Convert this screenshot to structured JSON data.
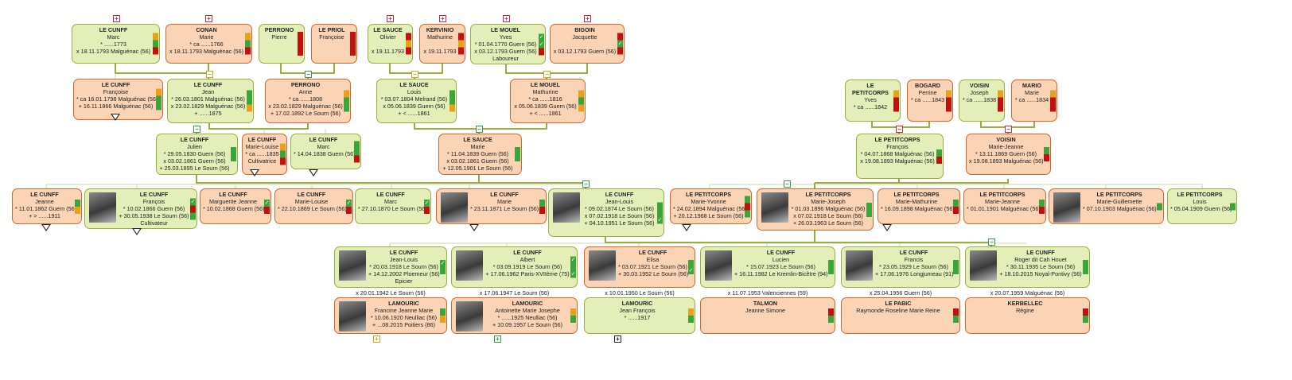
{
  "colors": {
    "male": "#e3eeb8",
    "female": "#fbd4b6",
    "ok": "#3aa53a",
    "warn": "#e8a21a",
    "missing": "#c01010"
  },
  "people": [
    {
      "id": "p1",
      "sex": "m",
      "surname": "LE CUNFF",
      "given": "Marc",
      "lines": [
        "* ......1773",
        "x 18.11.1793 Malguénac (56)"
      ],
      "bars": [
        "o",
        "g",
        "r"
      ]
    },
    {
      "id": "p2",
      "sex": "f",
      "surname": "CONAN",
      "given": "Marie",
      "lines": [
        "* ca ......1766",
        "x 18.11.1793 Malguénac (56)"
      ],
      "bars": [
        "o",
        "g",
        "r"
      ]
    },
    {
      "id": "p3",
      "sex": "m",
      "surname": "PERRONO",
      "given": "Pierre",
      "lines": [],
      "bars": [
        "R"
      ]
    },
    {
      "id": "p4",
      "sex": "f",
      "surname": "LE PRIOL",
      "given": "Françoise",
      "lines": [],
      "bars": [
        "R"
      ]
    },
    {
      "id": "p5",
      "sex": "m",
      "surname": "LE SAUCE",
      "given": "Olivier",
      "lines": [
        "",
        "x 19.11.1793"
      ],
      "bars": [
        "r",
        "o",
        "r"
      ]
    },
    {
      "id": "p6",
      "sex": "f",
      "surname": "KERVINIO",
      "given": "Mathurine",
      "lines": [
        "",
        "x 19.11.1793"
      ],
      "bars": [
        "r",
        "o",
        "r"
      ]
    },
    {
      "id": "p7",
      "sex": "m",
      "surname": "LE MOUEL",
      "given": "Yves",
      "lines": [
        "* 01.04.1770 Guern (56)",
        "x 03.12.1793 Guern (56)"
      ],
      "occupation": "Laboureur",
      "bars": [
        "c",
        "c",
        "r"
      ]
    },
    {
      "id": "p8",
      "sex": "f",
      "surname": "BIGOIN",
      "given": "Jacquette",
      "lines": [
        "",
        "x 03.12.1793 Guern (56)"
      ],
      "bars": [
        "r",
        "c",
        "r"
      ]
    },
    {
      "id": "p9",
      "sex": "f",
      "surname": "LE CUNFF",
      "given": "Françoise",
      "lines": [
        "* ca 16.01.1798 Malguénac (56)",
        "+ 16.11.1866 Malguénac (56)"
      ],
      "bars": [
        "o",
        "g",
        "g"
      ]
    },
    {
      "id": "p10",
      "sex": "m",
      "surname": "LE CUNFF",
      "given": "Jean",
      "lines": [
        "* 26.03.1801 Malguénac (56)",
        "x 23.02.1829 Malguénac (56)",
        "+ ......1875"
      ],
      "bars": [
        "g",
        "g",
        "o"
      ]
    },
    {
      "id": "p11",
      "sex": "f",
      "surname": "PERRONO",
      "given": "Anne",
      "lines": [
        "* ca ......1808",
        "x 23.02.1829 Malguénac (56)",
        "+ 17.02.1892 Le Sourn (56)"
      ],
      "bars": [
        "o",
        "g",
        "g"
      ]
    },
    {
      "id": "p12",
      "sex": "m",
      "surname": "LE SAUCE",
      "given": "Louis",
      "lines": [
        "* 03.07.1804 Melrand (56)",
        "x 05.06.1839 Guern (56)",
        "+ < ......1861"
      ],
      "bars": [
        "g",
        "g",
        "o"
      ]
    },
    {
      "id": "p13",
      "sex": "f",
      "surname": "LE MOUEL",
      "given": "Mathurine",
      "lines": [
        "* ca ......1816",
        "x 05.06.1839 Guern (56)",
        "+ < ......1861"
      ],
      "bars": [
        "o",
        "g",
        "o"
      ]
    },
    {
      "id": "p14",
      "sex": "m",
      "surname": "LE PETITCORPS",
      "given": "Yves",
      "lines": [
        "* ca ......1842"
      ],
      "bars": [
        "o",
        "r",
        "r"
      ]
    },
    {
      "id": "p15",
      "sex": "f",
      "surname": "BOGARD",
      "given": "Perrine",
      "lines": [
        "* ca ......1843"
      ],
      "bars": [
        "o",
        "r",
        "r"
      ]
    },
    {
      "id": "p16",
      "sex": "m",
      "surname": "VOISIN",
      "given": "Joseph",
      "lines": [
        "* ca ......1838"
      ],
      "bars": [
        "o",
        "r",
        "r"
      ]
    },
    {
      "id": "p17",
      "sex": "f",
      "surname": "MARIO",
      "given": "Marie",
      "lines": [
        "* ca ......1834"
      ],
      "bars": [
        "o",
        "r",
        "r"
      ]
    },
    {
      "id": "p18",
      "sex": "m",
      "surname": "LE CUNFF",
      "given": "Julien",
      "lines": [
        "* 29.05.1830 Guern (56)",
        "x 03.02.1861 Guern (56)",
        "+ 25.03.1895 Le Sourn (56)"
      ],
      "bars": [
        "g",
        "g"
      ]
    },
    {
      "id": "p19",
      "sex": "f",
      "surname": "LE CUNFF",
      "given": "Marie-Louise",
      "lines": [
        "* ca ......1835"
      ],
      "occupation": "Cultivatrice",
      "bars": [
        "o",
        "g",
        "r"
      ]
    },
    {
      "id": "p20",
      "sex": "m",
      "surname": "LE CUNFF",
      "given": "Marc",
      "lines": [
        "* 14.04.1838 Guern (56)"
      ],
      "bars": [
        "g",
        "g",
        "r"
      ]
    },
    {
      "id": "p21",
      "sex": "f",
      "surname": "LE SAUCE",
      "given": "Marie",
      "lines": [
        "* 11.04.1839 Guern (56)",
        "x 03.02.1861 Guern (56)",
        "+ 12.05.1901 Le Sourn (56)"
      ],
      "bars": [
        "g",
        "g"
      ]
    },
    {
      "id": "p22",
      "sex": "m",
      "surname": "LE PETITCORPS",
      "given": "François",
      "lines": [
        "* 04.07.1868 Malguénac (56)",
        "x 19.08.1893 Malguénac (56)"
      ],
      "bars": [
        "g",
        "r"
      ]
    },
    {
      "id": "p23",
      "sex": "f",
      "surname": "VOISIN",
      "given": "Marie-Jeanne",
      "lines": [
        "* 13.11.1869 Guern (56)",
        "x 19.08.1893 Malguénac (56)"
      ],
      "bars": [
        "g",
        "r"
      ]
    },
    {
      "id": "p24",
      "sex": "f",
      "surname": "LE CUNFF",
      "given": "Jeanne",
      "lines": [
        "* 11.01.1862 Guern (56)",
        "+ > ......1911"
      ],
      "bars": [
        "g",
        "o"
      ]
    },
    {
      "id": "p25",
      "sex": "m",
      "surname": "LE CUNFF",
      "given": "François",
      "photo": true,
      "lines": [
        "* 10.02.1866 Guern (56)",
        "+ 30.05.1938 Le Sourn (56)"
      ],
      "occupation": "Cultivateur",
      "bars": [
        "c",
        "r",
        "g"
      ]
    },
    {
      "id": "p26",
      "sex": "f",
      "surname": "LE CUNFF",
      "given": "Marguerite Jeanne",
      "lines": [
        "* 10.02.1868 Guern (56)"
      ],
      "bars": [
        "c",
        "r"
      ]
    },
    {
      "id": "p27",
      "sex": "f",
      "surname": "LE CUNFF",
      "given": "Marie-Louise",
      "lines": [
        "* 22.10.1869 Le Sourn (56)"
      ],
      "bars": [
        "c",
        "r"
      ]
    },
    {
      "id": "p28",
      "sex": "m",
      "surname": "LE CUNFF",
      "given": "Marc",
      "lines": [
        "* 27.10.1870 Le Sourn (56)"
      ],
      "bars": [
        "c",
        "r"
      ]
    },
    {
      "id": "p29",
      "sex": "f",
      "surname": "LE CUNFF",
      "given": "Marie",
      "photo": true,
      "lines": [
        "* 23.11.1871 Le Sourn (56)"
      ],
      "bars": [
        "g",
        "r"
      ]
    },
    {
      "id": "p30",
      "sex": "m",
      "surname": "LE CUNFF",
      "given": "Jean-Louis",
      "photo": true,
      "lines": [
        "* 09.02.1874 Le Sourn (56)",
        "x 07.02.1918 Le Sourn (56)",
        "+ 04.10.1951 Le Sourn (56)"
      ],
      "bars": [
        "g",
        "g",
        "c"
      ]
    },
    {
      "id": "p31",
      "sex": "f",
      "surname": "LE PETITCORPS",
      "given": "Marie-Yvonne",
      "lines": [
        "* 24.02.1894 Malguénac (56)",
        "+ 20.12.1968 Le Sourn (56)"
      ],
      "bars": [
        "g",
        "r",
        "g"
      ]
    },
    {
      "id": "p32",
      "sex": "f",
      "surname": "LE PETITCORPS",
      "given": "Marie-Joseph",
      "photo": true,
      "lines": [
        "* 01.03.1896 Malguénac (56)",
        "x 07.02.1918 Le Sourn (56)",
        "+ 26.03.1963 Le Sourn (56)"
      ],
      "bars": [
        "g",
        "g"
      ]
    },
    {
      "id": "p33",
      "sex": "f",
      "surname": "LE PETITCORPS",
      "given": "Marie-Mathurine",
      "lines": [
        "* 16.09.1898 Malguénac (56)"
      ],
      "bars": [
        "g",
        "r"
      ]
    },
    {
      "id": "p34",
      "sex": "f",
      "surname": "LE PETITCORPS",
      "given": "Marie-Jeanne",
      "lines": [
        "* 01.01.1901 Malguénac (56)"
      ],
      "bars": [
        "g",
        "r"
      ]
    },
    {
      "id": "p35",
      "sex": "f",
      "surname": "LE PETITCORPS",
      "given": "Marie-Guillemette",
      "photo": true,
      "lines": [
        "* 07.10.1903 Malguénac (56)"
      ],
      "bars": [
        "g"
      ]
    },
    {
      "id": "p36",
      "sex": "m",
      "surname": "LE PETITCORPS",
      "given": "Louis",
      "lines": [
        "* 05.04.1909 Guern (56)"
      ],
      "bars": [
        "g"
      ]
    },
    {
      "id": "p37",
      "sex": "m",
      "surname": "LE CUNFF",
      "given": "Jean-Louis",
      "photo": true,
      "lines": [
        "* 20.03.1918 Le Sourn (56)",
        "+ 14.12.2002 Ploemeur (56)"
      ],
      "occupation": "Epicier",
      "bars": [
        "c",
        "g"
      ]
    },
    {
      "id": "p38",
      "sex": "m",
      "surname": "LE CUNFF",
      "given": "Albert",
      "photo": true,
      "lines": [
        "* 03.09.1919 Le Sourn (56)",
        "+ 17.06.1962 Paris-XVIIème (75)"
      ],
      "bars": [
        "c",
        "g",
        "c"
      ]
    },
    {
      "id": "p39",
      "sex": "f",
      "surname": "LE CUNFF",
      "given": "Elisa",
      "photo": true,
      "lines": [
        "* 03.07.1921 Le Sourn (56)",
        "+ 30.03.1952 Le Sourn (56)"
      ],
      "bars": [
        "g",
        "c"
      ]
    },
    {
      "id": "p40",
      "sex": "m",
      "surname": "LE CUNFF",
      "given": "Lucien",
      "photo": true,
      "lines": [
        "* 15.07.1923 Le Sourn (56)",
        "+ 16.11.1982 Le Kremlin-Bicêtre (94)"
      ],
      "bars": [
        "g",
        "g"
      ]
    },
    {
      "id": "p41",
      "sex": "m",
      "surname": "LE CUNFF",
      "given": "Francis",
      "photo": true,
      "lines": [
        "* 23.05.1929 Le Sourn (56)",
        "+ 17.06.1976 Longjumeau (91)"
      ],
      "bars": [
        "g",
        "g"
      ]
    },
    {
      "id": "p42",
      "sex": "m",
      "surname": "LE CUNFF",
      "given": "Roger dit Cah Houet",
      "photo": true,
      "lines": [
        "* 30.11.1935 Le Sourn (56)",
        "+ 18.10.2015 Noyal-Pontivy (56)"
      ],
      "bars": [
        "g",
        "g"
      ]
    },
    {
      "id": "p43",
      "sex": "f",
      "surname": "LAMOURIC",
      "given": "Francine Jeanne Marie",
      "photo": true,
      "lines": [
        "* 10.06.1920 Neulliac (56)",
        "+ ...08.2015 Poitiers (86)"
      ],
      "bars": [
        "g",
        "o"
      ]
    },
    {
      "id": "p44",
      "sex": "f",
      "surname": "LAMOURIC",
      "given": "Antoinette Marie Josephe",
      "photo": true,
      "lines": [
        "* ......1925 Neulliac (56)",
        "+ 10.09.1957 Le Sourn (56)"
      ],
      "bars": [
        "o",
        "g"
      ]
    },
    {
      "id": "p45",
      "sex": "m",
      "surname": "LAMOURIC",
      "given": "Jean François",
      "lines": [
        "* ......1917"
      ],
      "bars": [
        "o",
        "g"
      ]
    },
    {
      "id": "p46",
      "sex": "f",
      "surname": "TALMON",
      "given": "Jeanne Simone",
      "lines": [],
      "bars": [
        "r",
        "g"
      ]
    },
    {
      "id": "p47",
      "sex": "f",
      "surname": "LE PABIC",
      "given": "Raymonde Roseline Marie Reine",
      "lines": [],
      "bars": [
        "r",
        "g"
      ]
    },
    {
      "id": "p48",
      "sex": "f",
      "surname": "KERBELLEC",
      "given": "Régine",
      "lines": [],
      "bars": [
        "r",
        "g"
      ]
    }
  ],
  "marriages": [
    "x 20.01.1942 Le Sourn (56)",
    "x 17.06.1947 Le Sourn (56)",
    "x 10.01.1950 Le Sourn (56)",
    "x 11.07.1953 Valenciennes (59)",
    "x 25.04.1956 Guern (56)",
    "x 20.07.1959 Malguénac (56)"
  ],
  "toggles": {
    "expand": "+",
    "collapse": "−"
  }
}
